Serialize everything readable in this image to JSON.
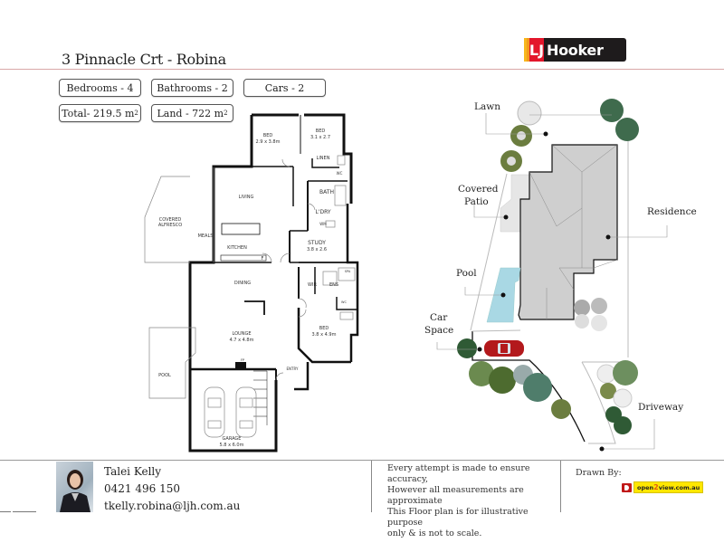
{
  "header": {
    "title": "3 Pinnacle Crt - Robina",
    "brand": {
      "mark": "LJ",
      "name": "Hooker",
      "colors": {
        "red": "#e3162b",
        "dark": "#1e1b1c",
        "yellow": "#f7b81c",
        "orange": "#f39a1d"
      }
    }
  },
  "stats": {
    "bedrooms": "Bedrooms - 4",
    "bathrooms": "Bathrooms - 2",
    "cars": "Cars - 2",
    "total_label": "Total- 219.5 m",
    "total_sup": "2",
    "land_label": "Land - 722 m",
    "land_sup": "2"
  },
  "floor_plan": {
    "rooms": [
      {
        "name": "BED",
        "size": "2.9 x 3.8m"
      },
      {
        "name": "BED",
        "size": "3.1 x 2.7"
      },
      {
        "name": "LINEN"
      },
      {
        "name": "WC"
      },
      {
        "name": "BATH"
      },
      {
        "name": "L'DRY"
      },
      {
        "name": "WM"
      },
      {
        "name": "LIVING"
      },
      {
        "name": "COVERED ALFRESCO"
      },
      {
        "name": "MEALS"
      },
      {
        "name": "KITCHEN"
      },
      {
        "name": "F"
      },
      {
        "name": "STUDY",
        "size": "3.8 x 2.6"
      },
      {
        "name": "DINING"
      },
      {
        "name": "WIR"
      },
      {
        "name": "ENS"
      },
      {
        "name": "SPA"
      },
      {
        "name": "WC"
      },
      {
        "name": "BED",
        "size": "3.8 x 4.9m"
      },
      {
        "name": "LOUNGE",
        "size": "4.7 x 4.8m"
      },
      {
        "name": "FP"
      },
      {
        "name": "ENTRY"
      },
      {
        "name": "POOL"
      },
      {
        "name": "GARAGE",
        "size": "5.8 x 6.0m"
      }
    ]
  },
  "site_plan": {
    "labels": {
      "lawn": "Lawn",
      "covered_patio_1": "Covered",
      "covered_patio_2": "Patio",
      "residence": "Residence",
      "pool": "Pool",
      "car_space_1": "Car",
      "car_space_2": "Space",
      "driveway": "Driveway"
    },
    "colors": {
      "roof": "#cfcfcf",
      "pool": "#a9d8e4",
      "car": "#b3191c",
      "tree_dark": "#3f6b4d",
      "tree_olive": "#6b7d3f"
    }
  },
  "footer": {
    "agent": {
      "name": "Talei Kelly",
      "phone": "0421 496 150",
      "email": "tkelly.robina@ljh.com.au"
    },
    "disclaimer": [
      "Every  attempt is made to ensure accuracy,",
      "However all measurements are approximate",
      "This Floor plan is for illustrative purpose",
      "only & is not to scale."
    ],
    "drawn_by_label": "Drawn By:",
    "drawn_by_brand": {
      "pre": "open",
      "num": "2",
      "post": "view.com.au"
    }
  }
}
